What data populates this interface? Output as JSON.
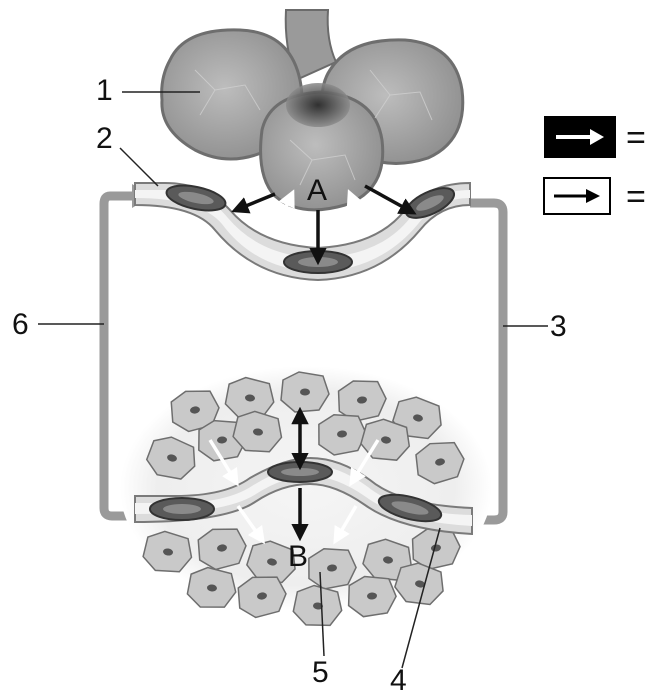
{
  "labels": {
    "n1": "1",
    "n2": "2",
    "n3": "3",
    "n4": "4",
    "n5": "5",
    "n6": "6",
    "A": "A",
    "B": "B"
  },
  "legend": {
    "white_arrow_key": "=",
    "black_arrow_key": "="
  },
  "colors": {
    "circuit": "#9a9a9a",
    "tissue_cell": "#c9c9c9",
    "alveolus": "#a8a8a8",
    "vessel_wall": "#7a7a7a",
    "red_cell": "#5a5a5a",
    "legend_fill": "#000000"
  },
  "icons": {
    "white_arrow": "white-arrow-icon",
    "black_arrow": "black-arrow-icon"
  }
}
